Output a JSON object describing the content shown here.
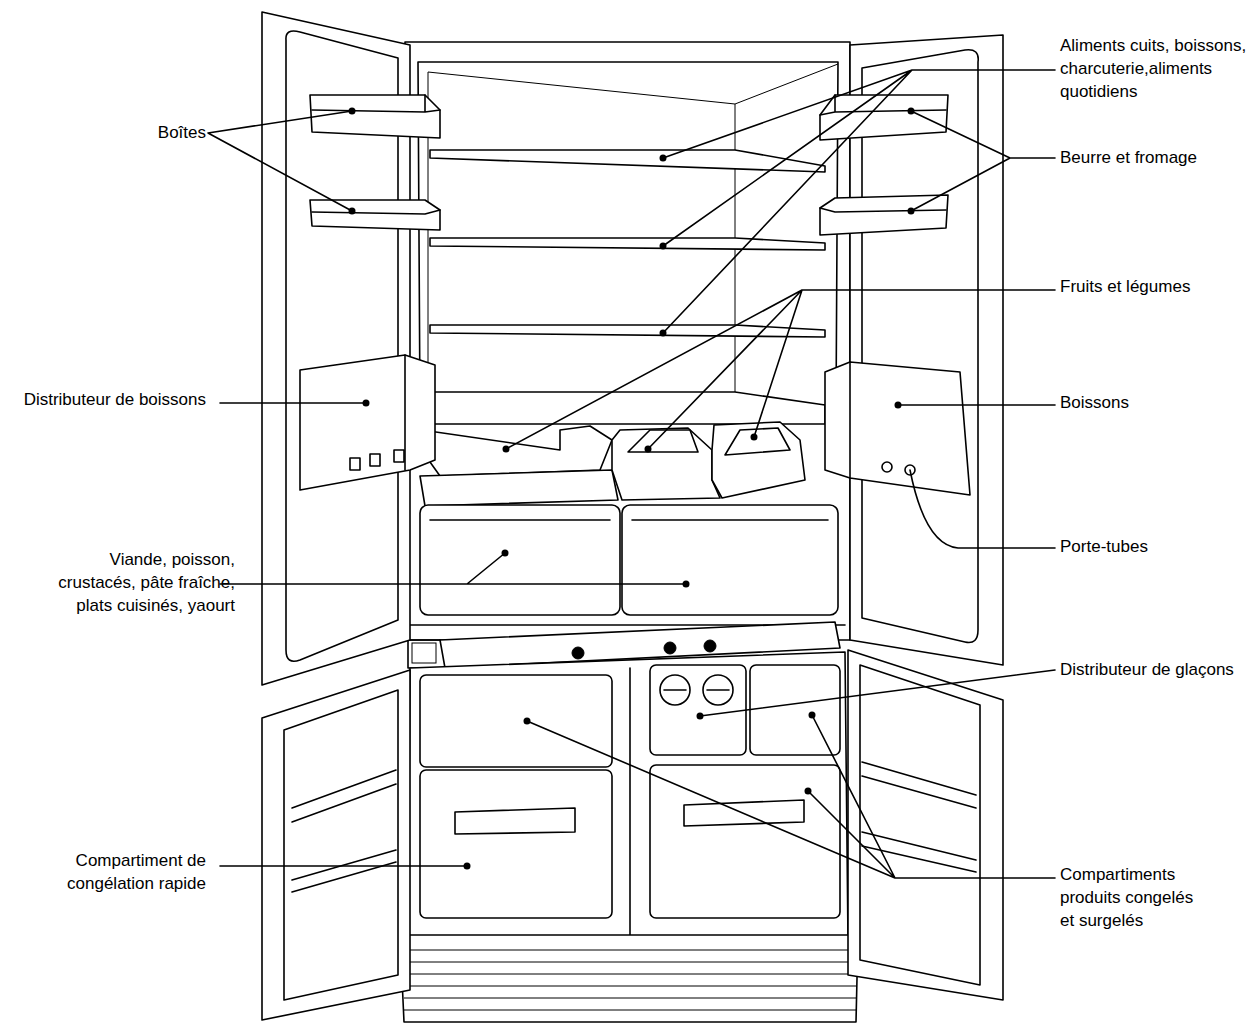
{
  "diagram": {
    "labels": [
      "Aliments cuits, boissons, charcuterie,aliments quotidiens",
      "Boîtes",
      "Beurre et fromage",
      "Fruits et légumes",
      "Distributeur de boissons",
      "Boissons",
      "Porte-tubes",
      "Viande, poisson, crustacés, pâte fraîche, plats cuisinés, yaourt",
      "Distributeur de glaçons",
      "Compartiment de congélation rapide",
      "Compartiments produits congelés et surgelés"
    ]
  }
}
